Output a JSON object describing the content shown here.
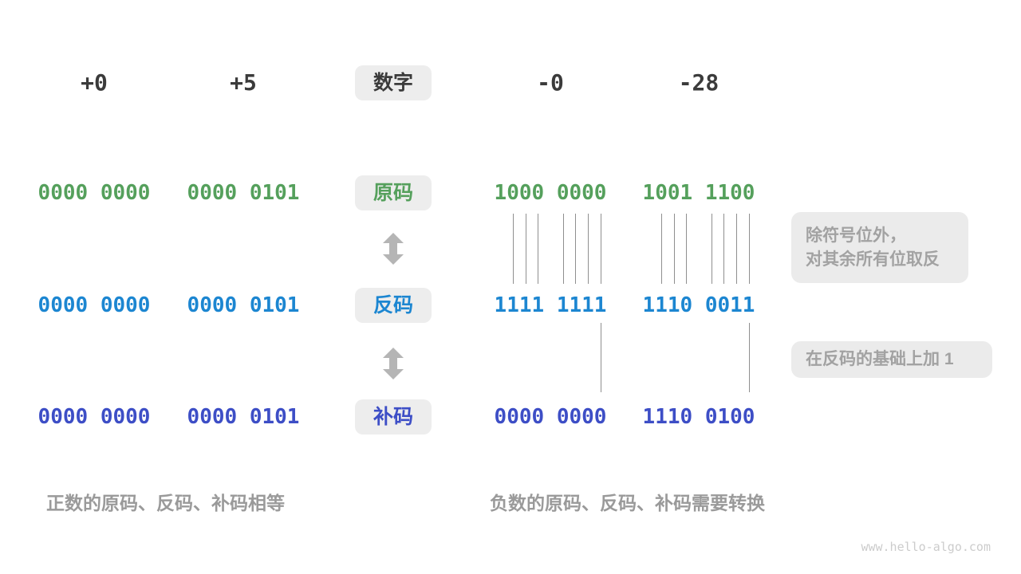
{
  "header": {
    "columns": [
      "+0",
      "+5",
      "-0",
      "-28"
    ],
    "badge": "数字"
  },
  "rows": {
    "sign_magnitude": {
      "badge": "原码",
      "color": "#55a05c",
      "values": [
        "0000 0000",
        "0000 0101",
        "1000 0000",
        "1001 1100"
      ]
    },
    "ones_complement": {
      "badge": "反码",
      "color": "#1c86d1",
      "values": [
        "0000 0000",
        "0000 0101",
        "1111 1111",
        "1110 0011"
      ]
    },
    "twos_complement": {
      "badge": "补码",
      "color": "#3d4ec6",
      "values": [
        "0000 0000",
        "0000 0101",
        "0000 0000",
        "1110 0100"
      ]
    }
  },
  "annotations": {
    "invert_line1": "除符号位外，",
    "invert_line2": "对其余所有位取反",
    "add_one": "在反码的基础上加 1"
  },
  "captions": {
    "positive": "正数的原码、反码、补码相等",
    "negative": "负数的原码、反码、补码需要转换"
  },
  "watermark": "www.hello-algo.com"
}
